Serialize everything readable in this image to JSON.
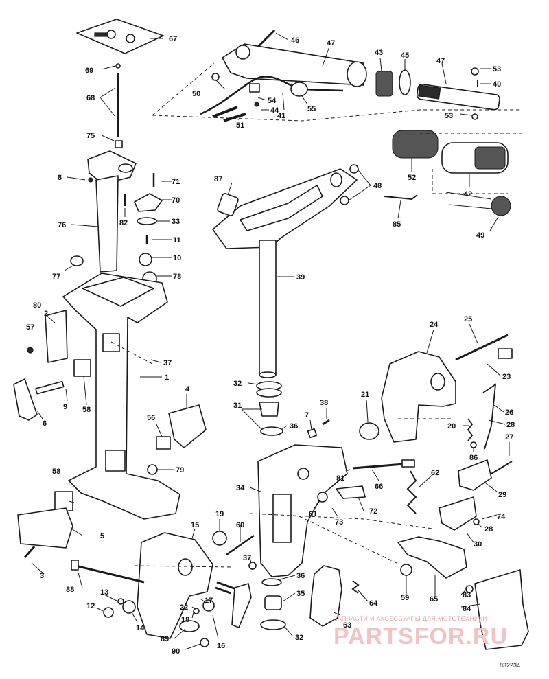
{
  "diagram": {
    "catalog_number": "832234",
    "watermark": {
      "caption": "ЗАПЧАСТИ И АКСЕССУАРЫ ДЛЯ МОТОТЕХНИКИ",
      "brand": "PARTSFOR.RU"
    },
    "labels": [
      {
        "text": "67"
      },
      {
        "text": "69"
      },
      {
        "text": "68"
      },
      {
        "text": "75"
      },
      {
        "text": "8"
      },
      {
        "text": "76"
      },
      {
        "text": "71"
      },
      {
        "text": "70"
      },
      {
        "text": "82"
      },
      {
        "text": "33"
      },
      {
        "text": "11"
      },
      {
        "text": "10"
      },
      {
        "text": "77"
      },
      {
        "text": "78"
      },
      {
        "text": "80"
      },
      {
        "text": "2"
      },
      {
        "text": "57"
      },
      {
        "text": "37"
      },
      {
        "text": "1"
      },
      {
        "text": "58"
      },
      {
        "text": "9"
      },
      {
        "text": "6"
      },
      {
        "text": "46"
      },
      {
        "text": "47"
      },
      {
        "text": "43"
      },
      {
        "text": "45"
      },
      {
        "text": "47"
      },
      {
        "text": "53"
      },
      {
        "text": "40"
      },
      {
        "text": "50"
      },
      {
        "text": "54"
      },
      {
        "text": "44"
      },
      {
        "text": "41"
      },
      {
        "text": "55"
      },
      {
        "text": "51"
      },
      {
        "text": "53"
      },
      {
        "text": "52"
      },
      {
        "text": "42"
      },
      {
        "text": "87"
      },
      {
        "text": "48"
      },
      {
        "text": "85"
      },
      {
        "text": "49"
      },
      {
        "text": "39"
      },
      {
        "text": "32"
      },
      {
        "text": "31"
      },
      {
        "text": "36"
      },
      {
        "text": "7"
      },
      {
        "text": "38"
      },
      {
        "text": "4"
      },
      {
        "text": "56"
      },
      {
        "text": "79"
      },
      {
        "text": "24"
      },
      {
        "text": "25"
      },
      {
        "text": "23"
      },
      {
        "text": "21"
      },
      {
        "text": "26"
      },
      {
        "text": "28"
      },
      {
        "text": "20"
      },
      {
        "text": "27"
      },
      {
        "text": "86"
      },
      {
        "text": "62"
      },
      {
        "text": "81"
      },
      {
        "text": "66"
      },
      {
        "text": "34"
      },
      {
        "text": "29"
      },
      {
        "text": "61"
      },
      {
        "text": "73"
      },
      {
        "text": "72"
      },
      {
        "text": "74"
      },
      {
        "text": "28"
      },
      {
        "text": "30"
      },
      {
        "text": "58"
      },
      {
        "text": "5"
      },
      {
        "text": "3"
      },
      {
        "text": "15"
      },
      {
        "text": "19"
      },
      {
        "text": "60"
      },
      {
        "text": "37"
      },
      {
        "text": "36"
      },
      {
        "text": "35"
      },
      {
        "text": "64"
      },
      {
        "text": "59"
      },
      {
        "text": "65"
      },
      {
        "text": "83"
      },
      {
        "text": "84"
      },
      {
        "text": "88"
      },
      {
        "text": "13"
      },
      {
        "text": "12"
      },
      {
        "text": "14"
      },
      {
        "text": "22"
      },
      {
        "text": "17"
      },
      {
        "text": "18"
      },
      {
        "text": "16"
      },
      {
        "text": "89"
      },
      {
        "text": "90"
      },
      {
        "text": "63"
      },
      {
        "text": "32"
      }
    ]
  }
}
